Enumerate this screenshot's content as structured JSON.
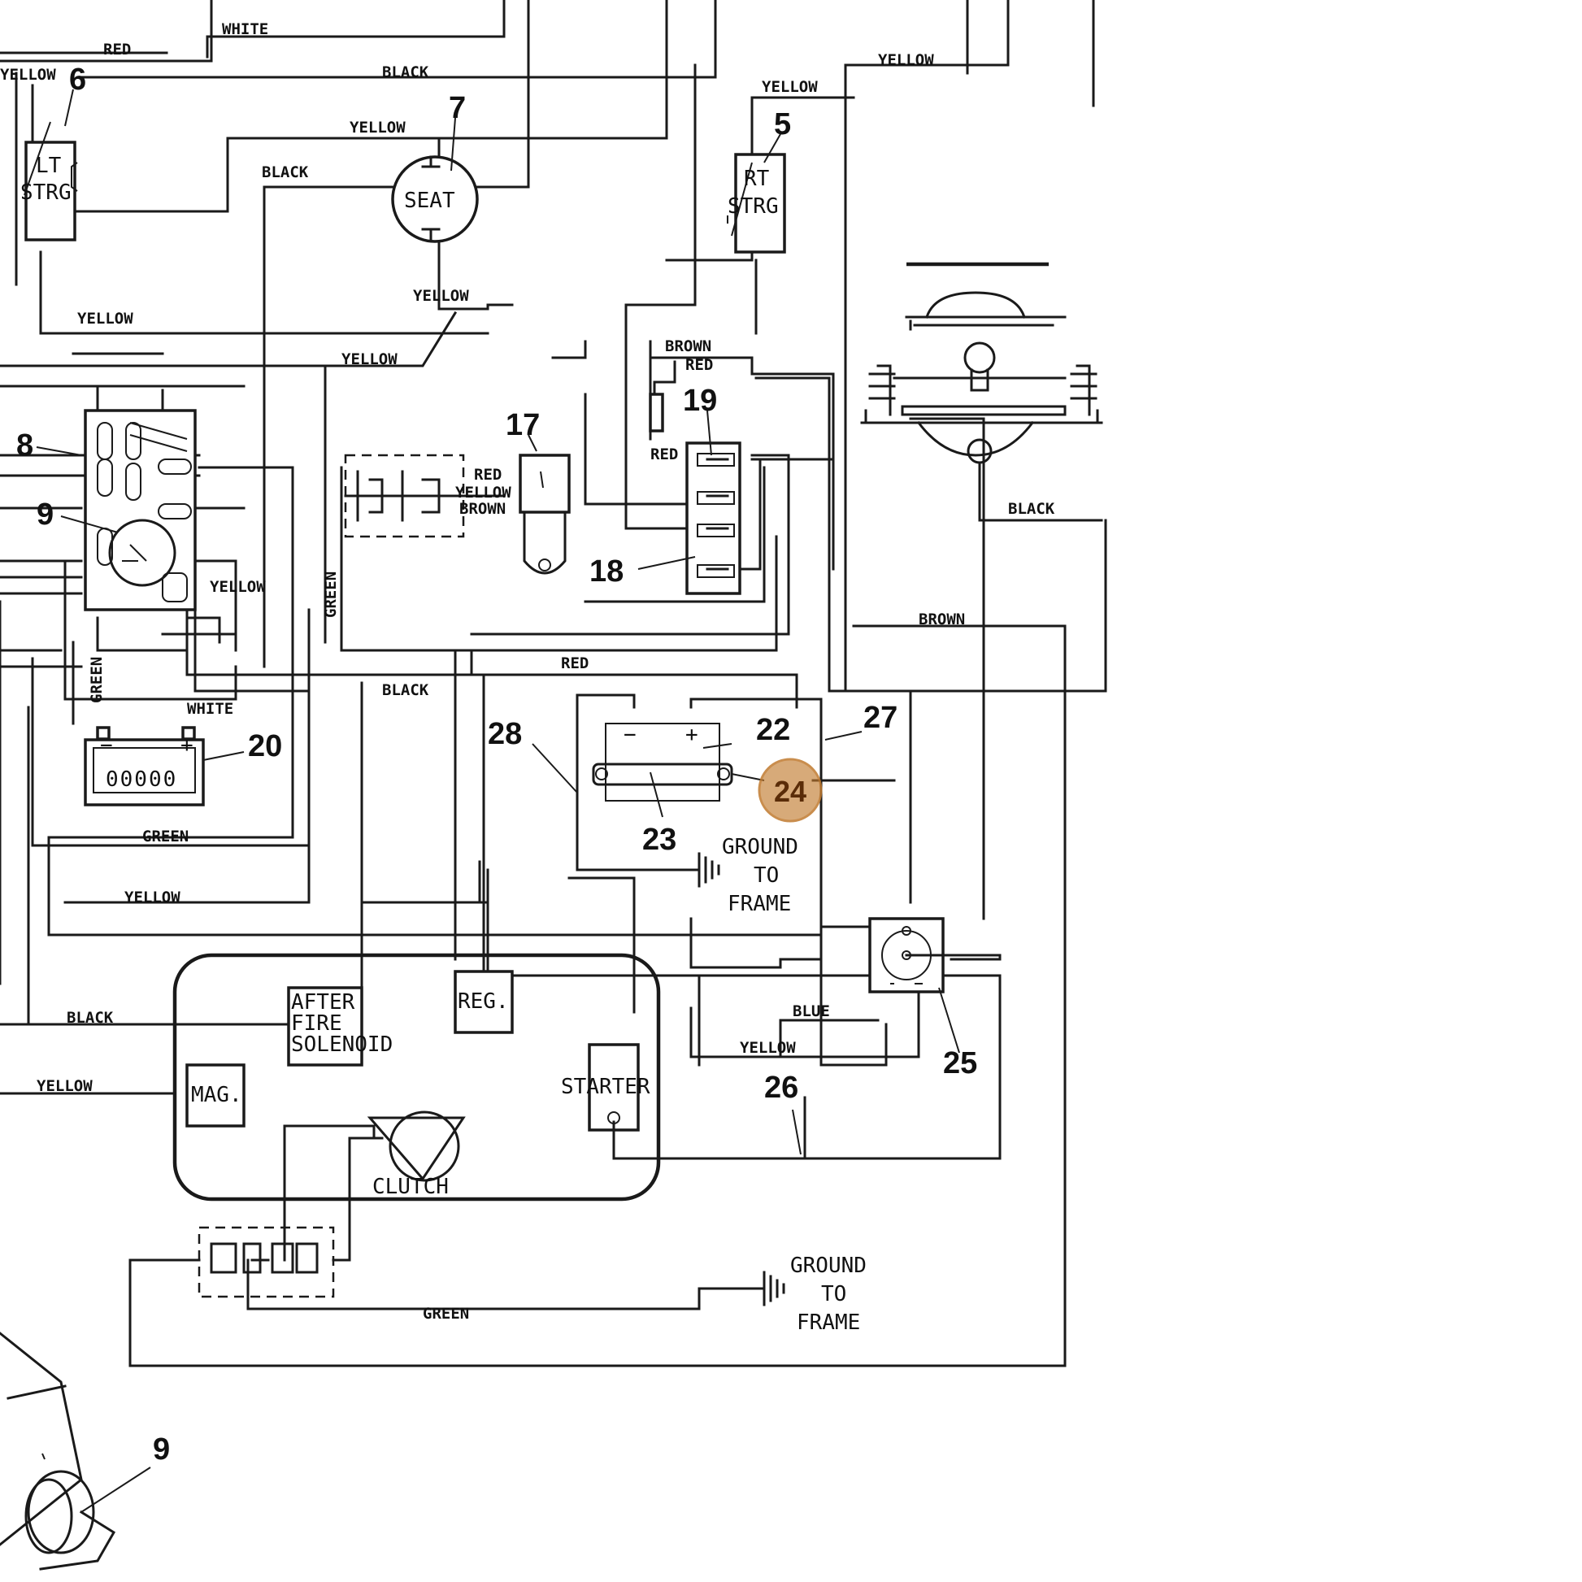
{
  "wire_labels": {
    "white_top": "WHITE",
    "red_top": "RED",
    "yellow_left_top": "YELLOW",
    "black_top": "BLACK",
    "yellow_seat": "YELLOW",
    "black_left": "BLACK",
    "yellow_top_right": "YELLOW",
    "yellow_rt": "YELLOW",
    "yellow_mid": "YELLOW",
    "yellow_seat_bottom": "YELLOW",
    "yellow_center": "YELLOW",
    "brown_19": "BROWN",
    "red_19_top": "RED",
    "red_19_left": "RED",
    "red_17": "RED",
    "yellow_17": "YELLOW",
    "brown_17": "BROWN",
    "yellow_switch": "YELLOW",
    "green_vertical": "GREEN",
    "green_left_vertical": "GREEN",
    "white_battery": "WHITE",
    "black_center": "BLACK",
    "red_center": "RED",
    "brown_right": "BROWN",
    "black_lamp": "BLACK",
    "green_battery": "GREEN",
    "yellow_lower": "YELLOW",
    "black_engine": "BLACK",
    "yellow_engine": "YELLOW",
    "blue": "BLUE",
    "yellow_starter": "YELLOW",
    "green_bottom": "GREEN"
  },
  "components": {
    "lt_strg": "LT\nSTRG",
    "rt_strg": "RT\nSTRG",
    "seat": "SEAT",
    "battery_cells": "00000",
    "battery_minus": "−",
    "battery_plus": "+",
    "after_fire_solenoid": "AFTER\nFIRE\nSOLENOID",
    "reg": "REG.",
    "mag": "MAG.",
    "starter": "STARTER",
    "clutch": "CLUTCH",
    "ground_to_frame_1": "GROUND\nTO\nFRAME",
    "ground_to_frame_2": "GROUND\nTO\nFRAME"
  },
  "callouts": {
    "n5": "5",
    "n6": "6",
    "n7": "7",
    "n8": "8",
    "n9": "9",
    "n9b": "9",
    "n17": "17",
    "n18": "18",
    "n19": "19",
    "n20": "20",
    "n22": "22",
    "n23": "23",
    "n24": "24",
    "n25": "25",
    "n26": "26",
    "n27": "27",
    "n28": "28"
  },
  "highlight": {
    "callout": "24",
    "fill": "#c07a2e",
    "text_color": "#5a2c08"
  },
  "colors": {
    "line": "#1a1a1a",
    "background": "#ffffff"
  }
}
